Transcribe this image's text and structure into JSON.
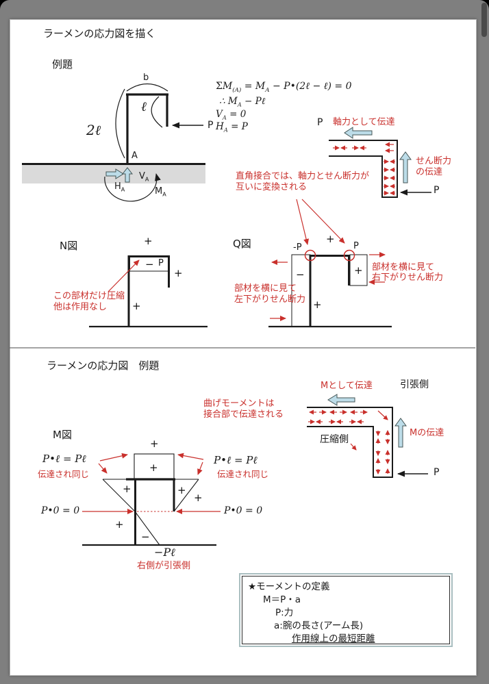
{
  "sym": {
    "plus": "+",
    "minus": "−"
  },
  "section1": {
    "title": "ラーメンの応力図を描く",
    "subtitle": "例題",
    "equations": {
      "sigma": "Σ",
      "m": "M",
      "subAparen": "(A)",
      "mid": " = M",
      "subA": "A",
      "tail": " − P•(2ℓ − ℓ) = 0",
      "therefore": "∴ M",
      "t2sub": "A",
      "t2tail": " − Pℓ",
      "v": "V",
      "vsub": "A",
      "vtail": " = 0",
      "h": "H",
      "hsub": "A",
      "htail": " = P"
    },
    "frame": {
      "b": "b",
      "ell": "ℓ",
      "two_ell": "2ℓ",
      "p": "P",
      "a": "A",
      "h": "H",
      "hsub": "A",
      "v": "V",
      "vsub": "A",
      "m": "M",
      "msub": "A"
    },
    "joint": {
      "p_top": "P",
      "axial_label": "軸力として伝達",
      "shear_label_1": "せん断力",
      "shear_label_2": "の伝達",
      "p_bottom": "P"
    },
    "note": {
      "line1": "直角接合では、軸力とせん断力が",
      "line2": "互いに変換される"
    },
    "n_diagram": {
      "label": "N図",
      "minus": "−",
      "p": "P",
      "note1": "この部材だけ圧縮",
      "note2": "他は作用なし"
    },
    "q_diagram": {
      "label": "Q図",
      "neg_p": "-P",
      "p": "P",
      "minus": "−",
      "note_left_1": "部材を横に見て",
      "note_left_2": "左下がりせん断力",
      "note_right_1": "部材を横に見て",
      "note_right_2": "右下がりせん断力"
    }
  },
  "section2": {
    "title": "ラーメンの応力図　例題",
    "joint": {
      "m_transfer_top": "Mとして伝達",
      "tension_side": "引張側",
      "note1": "曲げモーメントは",
      "note2": "接合部で伝達される",
      "compression_side": "圧縮側",
      "m_transfer_right": "Mの伝達",
      "p": "P"
    },
    "m_diagram": {
      "label": "M図",
      "pl_left": "P•ℓ = Pℓ",
      "same_left": "伝達され同じ",
      "pl_right": "P•ℓ = Pℓ",
      "same_right": "伝達され同じ",
      "p0_left": "P•0 = 0",
      "p0_right": "P•0 = 0",
      "neg_pl": "−Pℓ",
      "tension_note": "右側が引張側"
    },
    "definition": {
      "title": "★モーメントの定義",
      "line1": "M＝P・a",
      "line2": "P:力",
      "line3": "a:腕の長さ(アーム長)",
      "line4": "作用線上の最短距離"
    }
  }
}
